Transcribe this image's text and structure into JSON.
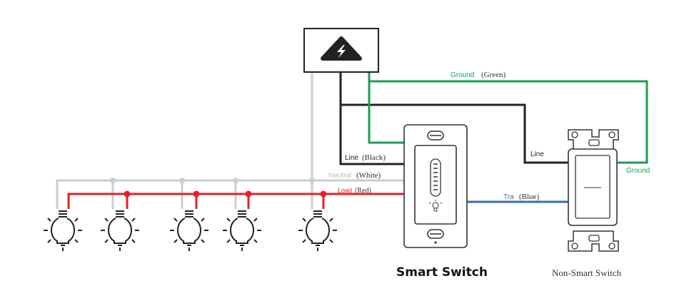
{
  "labels": {
    "ground_top": "Ground",
    "ground_top_color": "(Green)",
    "ground_right": "Ground",
    "neutral": "Neutral",
    "neutral_color": "(White)",
    "load": "Load",
    "load_color": "(Red)",
    "line_left": "Line",
    "line_left_color": "(Black)",
    "line_right": "Line",
    "traveler": "Tra",
    "traveler_color": "(Blue)"
  },
  "captions": {
    "smart_switch": "Smart Switch",
    "non_smart_switch": "Non-Smart Switch"
  },
  "icons": {
    "power_source": "power-source-icon",
    "bulb": "light-bulb-icon"
  },
  "colors": {
    "ground": "#1a9e55",
    "neutral": "#cccccc",
    "load": "#e32226",
    "line": "#222222",
    "traveler": "#3a6ea5"
  }
}
